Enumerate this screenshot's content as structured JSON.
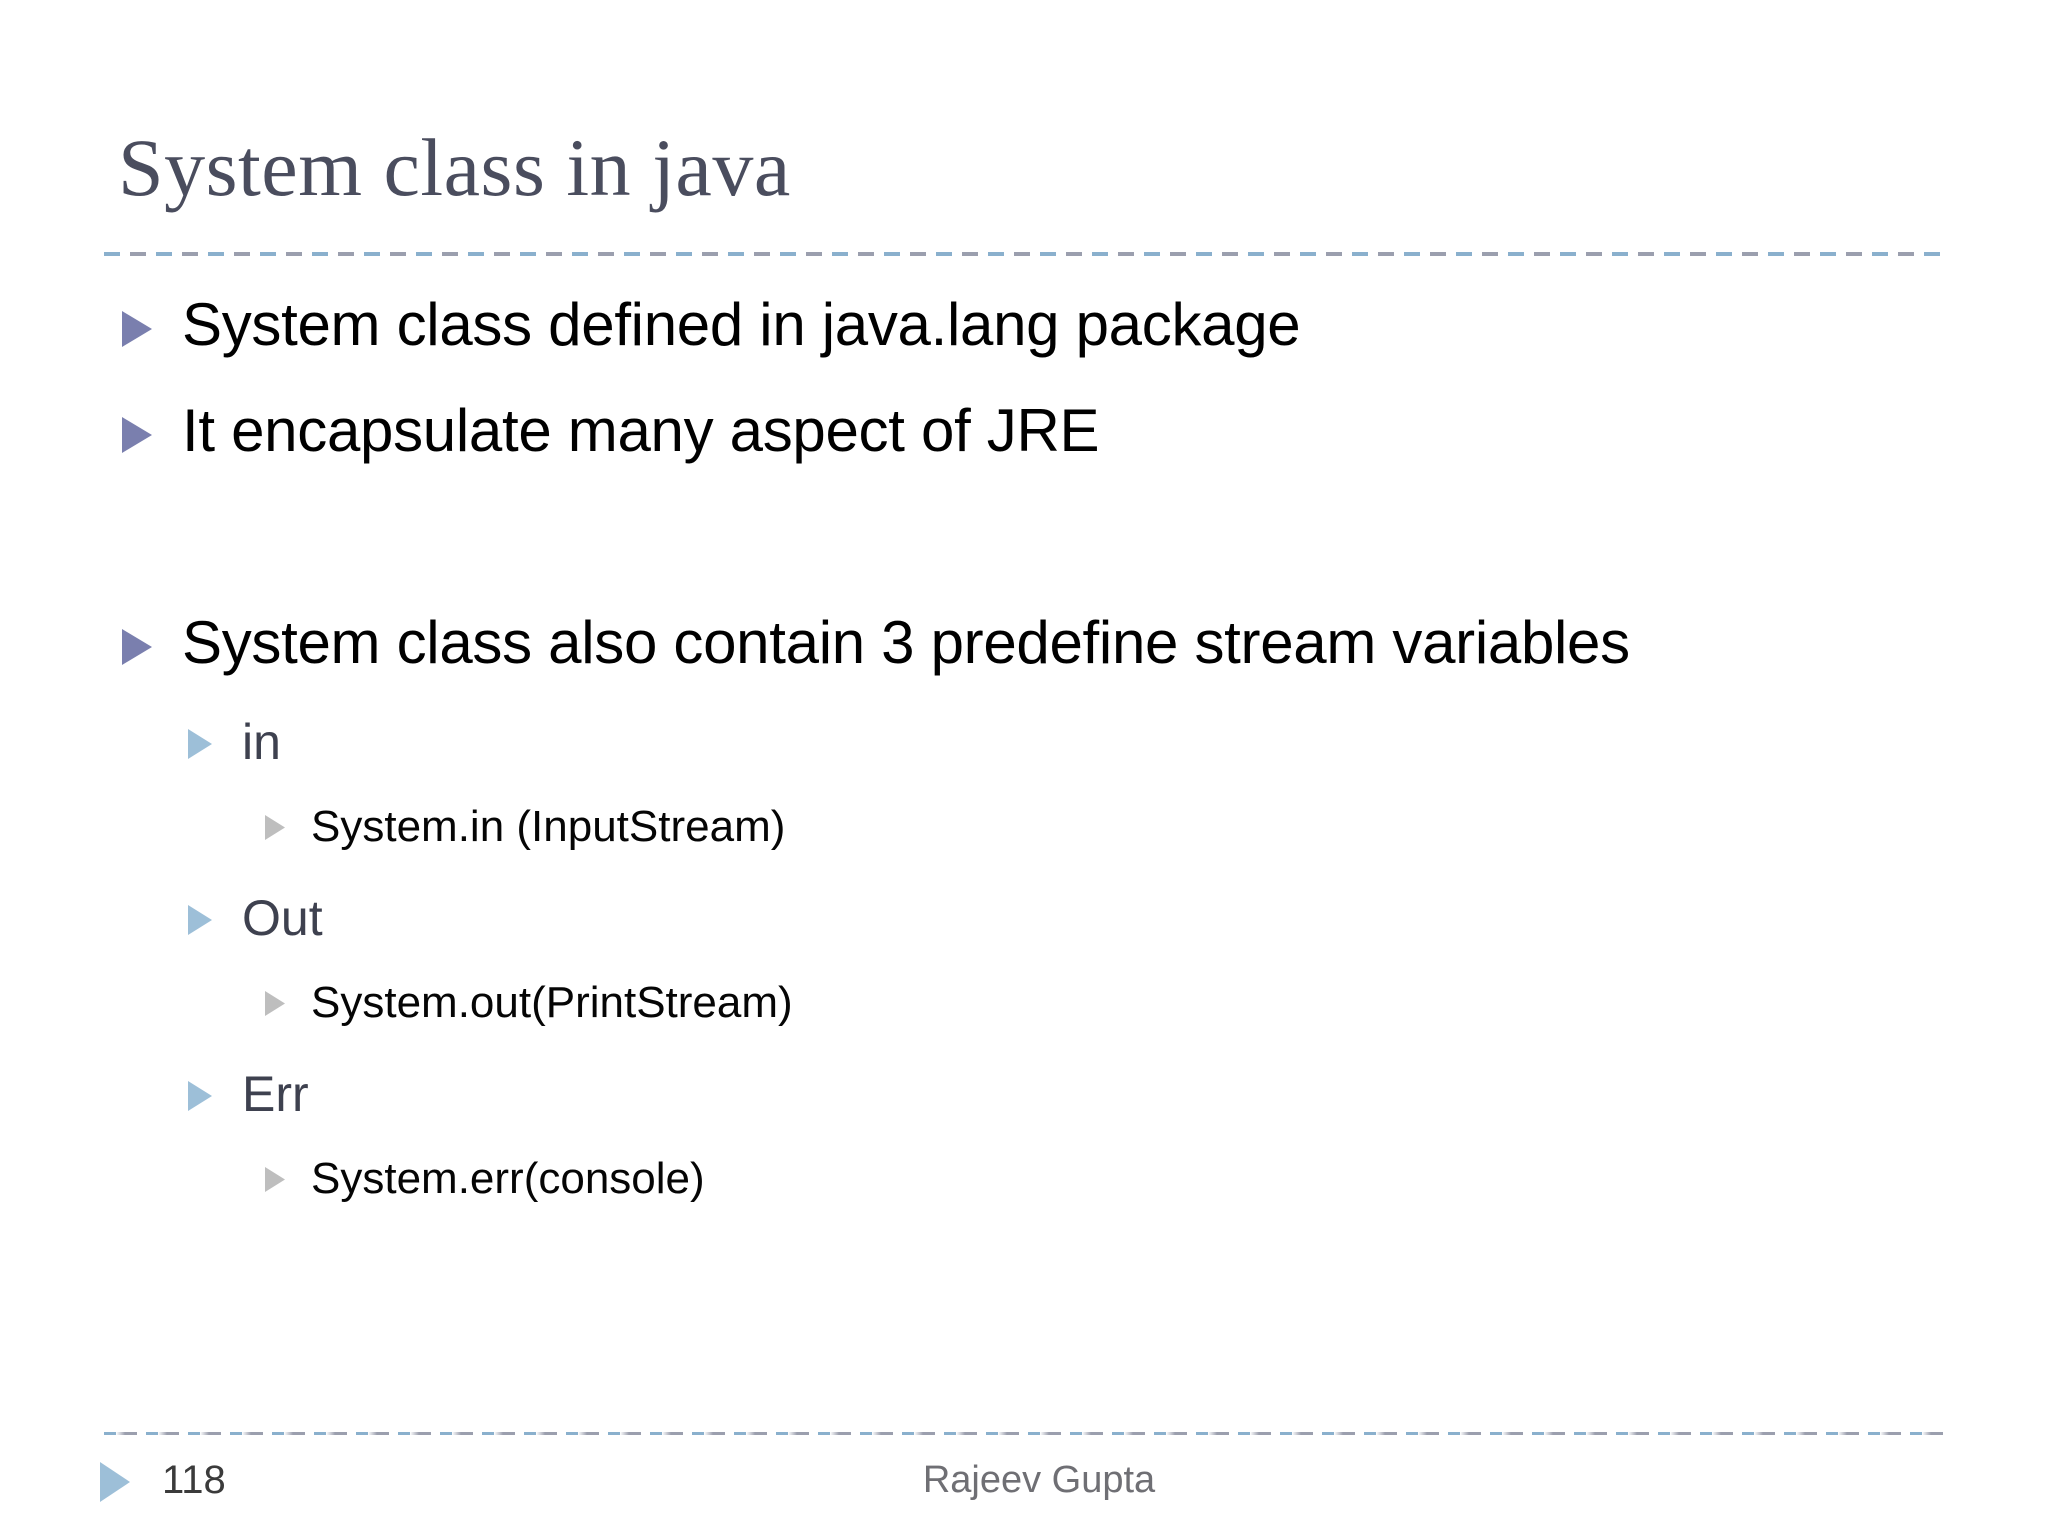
{
  "slide": {
    "title": "System class in java",
    "background_color": "#ffffff",
    "title_color": "#4a4d5e"
  },
  "theme": {
    "marker_level1_color": "#7a7fae",
    "marker_level2_color": "#9dbfd8",
    "marker_level3_color": "#bebebe",
    "rule_color_a": "#8ab0cd",
    "rule_color_b": "#9b9fae",
    "body_text_color": "#000000",
    "level2_text_color": "#3e414f",
    "footer_text_color": "#6f6f74"
  },
  "content": {
    "bullets": [
      {
        "level": 1,
        "text": "System class defined in java.lang package"
      },
      {
        "level": 1,
        "text": "It encapsulate many aspect of JRE"
      },
      {
        "level": 0,
        "text": ""
      },
      {
        "level": 1,
        "text": "System class also contain 3 predefine stream variables"
      },
      {
        "level": 2,
        "text": "in"
      },
      {
        "level": 3,
        "text": "System.in (InputStream)"
      },
      {
        "level": 2,
        "text": "Out"
      },
      {
        "level": 3,
        "text": "System.out(PrintStream)"
      },
      {
        "level": 2,
        "text": "Err"
      },
      {
        "level": 3,
        "text": "System.err(console)"
      }
    ]
  },
  "footer": {
    "page_number": "118",
    "author": "Rajeev Gupta",
    "marker_icon": "triangle-right-icon"
  },
  "icons": {
    "bullet_level1": "triangle-right-icon",
    "bullet_level2": "triangle-right-icon",
    "bullet_level3": "triangle-right-icon"
  }
}
